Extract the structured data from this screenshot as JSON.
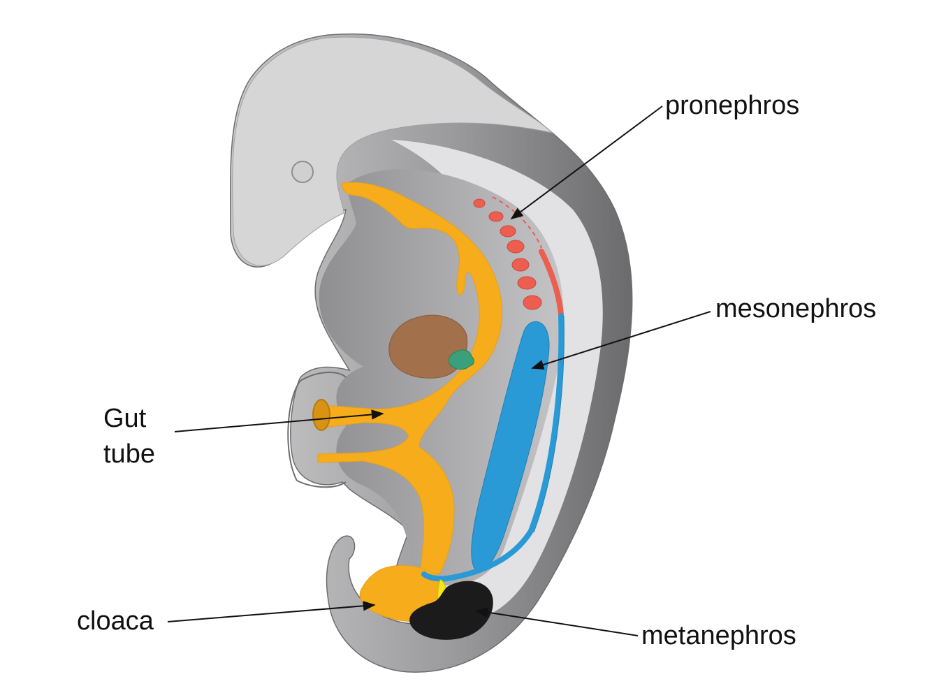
{
  "diagram": {
    "labels": {
      "pronephros": "pronephros",
      "mesonephros": "mesonephros",
      "gut_tube_line1": "Gut",
      "gut_tube_line2": "tube",
      "cloaca": "cloaca",
      "metanephros": "metanephros"
    },
    "colors": {
      "background": "#ffffff",
      "embryo_outer": "#8e8e8e",
      "embryo_head": "#d2d2d3",
      "cavity": "#a7a7a9",
      "inner_light": "#e1e1e3",
      "gut": "#f7ad1b",
      "pronephros": "#ec5e4f",
      "mesonephros": "#2a9ad6",
      "metanephros": "#1b1b1b",
      "liver": "#a3704c",
      "pancreas": "#3aa07a",
      "ureteric_bud": "#f4e51c",
      "arrow": "#111111"
    },
    "icons": [
      "arrow-head"
    ]
  }
}
